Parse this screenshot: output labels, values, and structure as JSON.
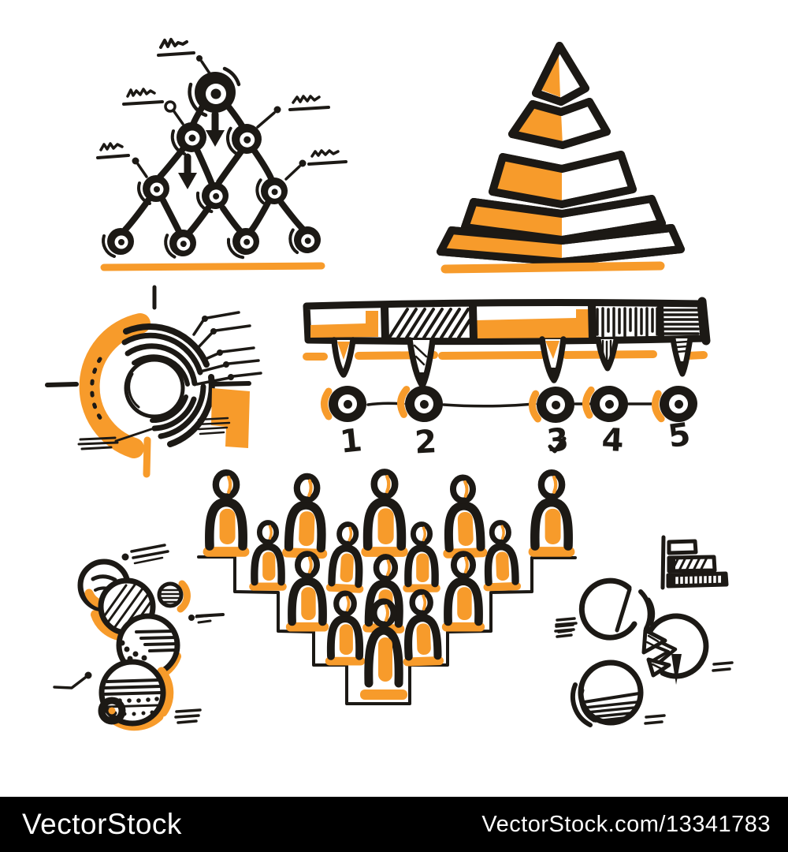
{
  "palette": {
    "paper": "#ffffff",
    "ink": "#1c1915",
    "accent": "#f79b2b",
    "watermark_bg": "#000000",
    "watermark_text": "#ffffff"
  },
  "watermark": {
    "brand": "VectorStock",
    "image_ref": "VectorStock.com/13341783"
  },
  "timeline": {
    "step_labels": [
      "1",
      "2",
      "3",
      "4",
      "5"
    ]
  },
  "doodles": {
    "org_chart": "hand-drawn tree network with scribble labels",
    "step_pyramid": "hand-drawn 5-tier ziggurat pyramid",
    "radial_gauge": "concentric broken arcs gauge with callouts",
    "segmented_timeline": "segmented progress bar with 5 numbered milestones",
    "crowd_pyramid": "crowd of people on descending steps",
    "bubble_cluster": "overlapping sketch bubbles",
    "pie_group": "sketch pie charts and mini bar chart"
  }
}
